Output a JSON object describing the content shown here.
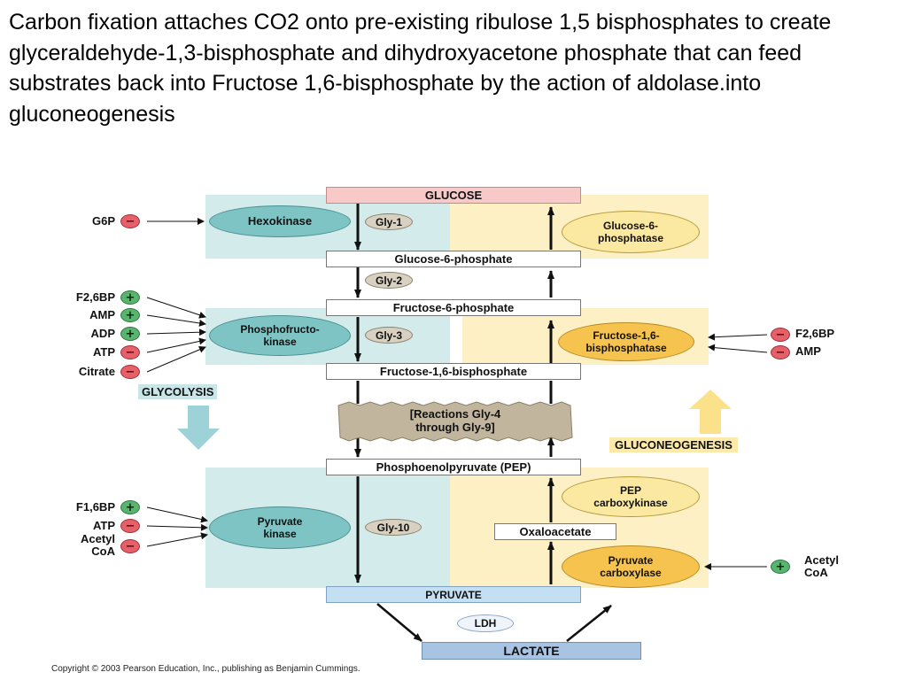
{
  "title": "Carbon fixation attaches CO2 onto pre-existing  ribulose 1,5 bisphosphates to create glyceraldehyde-1,3-bisphosphate and dihydroxyacetone phosphate that can feed substrates back into Fructose 1,6-bisphosphate by the action of aldolase.into gluconeogenesis",
  "diagram": {
    "metabolites": {
      "glucose": "GLUCOSE",
      "g6p": "Glucose-6-phosphate",
      "f6p": "Fructose-6-phosphate",
      "f16bp": "Fructose-1,6-bisphosphate",
      "reactions": [
        "[Reactions Gly-4",
        "through Gly-9]"
      ],
      "pep": "Phosphoenolpyruvate (PEP)",
      "oxaloacetate": "Oxaloacetate",
      "pyruvate": "PYRUVATE",
      "lactate": "LACTATE"
    },
    "steps": {
      "gly1": "Gly-1",
      "gly2": "Gly-2",
      "gly3": "Gly-3",
      "gly10": "Gly-10",
      "ldh": "LDH"
    },
    "glycolytic_enzymes": {
      "hexokinase": "Hexokinase",
      "pfk": [
        "Phosphofructo-",
        "kinase"
      ],
      "pk": [
        "Pyruvate",
        "kinase"
      ]
    },
    "gluconeogenic_enzymes": {
      "g6pase": [
        "Glucose-6-",
        "phosphatase"
      ],
      "fbpase": [
        "Fructose-1,6-",
        "bisphosphatase"
      ],
      "pepck": [
        "PEP",
        "carboxykinase"
      ],
      "pc": [
        "Pyruvate",
        "carboxylase"
      ]
    },
    "pathway_labels": {
      "glycolysis": "GLYCOLYSIS",
      "gluconeogenesis": "GLUCONEOGENESIS"
    },
    "regulators": {
      "hexokinase": [
        {
          "label": "G6P",
          "effect": "-"
        }
      ],
      "pfk": [
        {
          "label": "F2,6BP",
          "effect": "+"
        },
        {
          "label": "AMP",
          "effect": "+"
        },
        {
          "label": "ADP",
          "effect": "+"
        },
        {
          "label": "ATP",
          "effect": "-"
        },
        {
          "label": "Citrate",
          "effect": "-"
        }
      ],
      "fbpase": [
        {
          "label": "F2,6BP",
          "effect": "-"
        },
        {
          "label": "AMP",
          "effect": "-"
        }
      ],
      "pk": [
        {
          "label": "F1,6BP",
          "effect": "+"
        },
        {
          "label": "ATP",
          "effect": "-"
        },
        {
          "label": "Acetyl CoA",
          "label_lines": [
            "Acetyl",
            "CoA"
          ],
          "effect": "-"
        }
      ],
      "pc": [
        {
          "label": "Acetyl CoA",
          "label_lines": [
            "Acetyl",
            "CoA"
          ],
          "effect": "+"
        }
      ]
    },
    "symbols": {
      "plus": "+",
      "minus": "−"
    },
    "colors": {
      "glycolysis_region": "#d3ebeb",
      "gluconeogenesis_region": "#fdf0c4",
      "glucose_box": "#f8c9c9",
      "pyruvate_box": "#c4def2",
      "lactate_box": "#a9c3e3",
      "reactions_box": "#c2b59e",
      "glycolysis_arrow": "#9dd3d8",
      "gluconeogenesis_arrow": "#fbe28a"
    },
    "copyright": "Copyright © 2003 Pearson Education, Inc., publishing as Benjamin Cummings."
  }
}
